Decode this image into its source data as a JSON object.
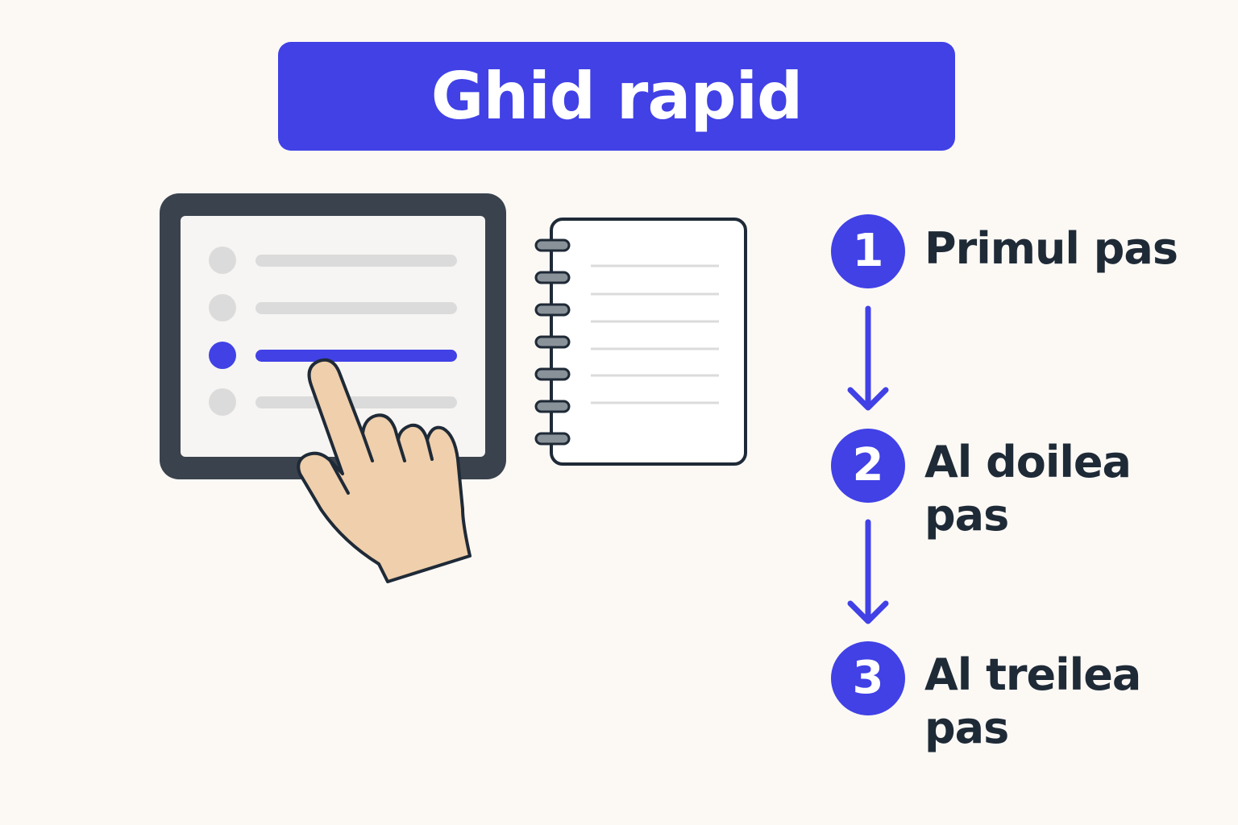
{
  "title": "Ghid rapid",
  "colors": {
    "accent": "#4141e6",
    "background": "#fcf9f5",
    "text": "#1f2a37",
    "device_frame": "#3a434d",
    "skin": "#efcfac"
  },
  "illustration": {
    "tablet_icon": "tablet-icon",
    "hand_icon": "pointing-hand-icon",
    "notebook_icon": "spiral-notebook-icon",
    "list_rows": 4,
    "selected_row": 3
  },
  "steps": [
    {
      "number": "1",
      "label": "Primul pas"
    },
    {
      "number": "2",
      "label": "Al doilea pas"
    },
    {
      "number": "3",
      "label": "Al treilea pas"
    }
  ]
}
